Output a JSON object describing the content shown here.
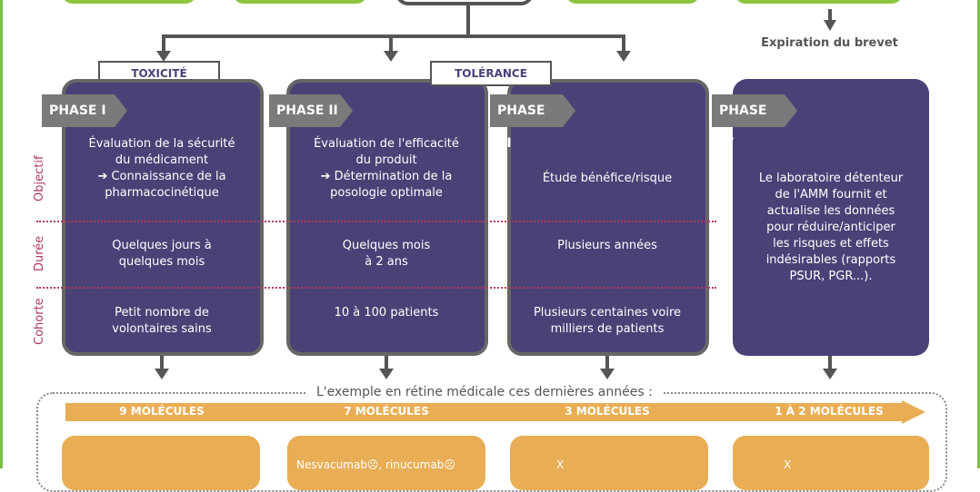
{
  "header": {
    "expiration_label": "Expiration du brevet"
  },
  "tags": {
    "toxicity": "TOXICITÉ",
    "tolerance": "TOLÉRANCE"
  },
  "row_labels": {
    "objective": "Objectif",
    "duration": "Durée",
    "cohort": "Cohorte"
  },
  "phases": [
    {
      "label": "PHASE I",
      "objective_line1": "Évaluation de la sécurité",
      "objective_line2": "du médicament",
      "objective_line3": "➔ Connaissance de la",
      "objective_line4": "pharmacocinétique",
      "duration_line1": "Quelques jours à",
      "duration_line2": "quelques mois",
      "cohort_line1": "Petit nombre de",
      "cohort_line2": "volontaires sains"
    },
    {
      "label": "PHASE II",
      "objective_line1": "Évaluation de l'efficacité",
      "objective_line2": "du produit",
      "objective_line3": "➔ Détermination de la",
      "objective_line4": "posologie optimale",
      "duration_line1": "Quelques mois",
      "duration_line2": "à 2 ans",
      "cohort_line1": "10 à 100 patients",
      "cohort_line2": ""
    },
    {
      "label": "PHASE III",
      "objective_line1": "Étude bénéfice/risque",
      "duration_line1": "Plusieurs années",
      "cohort_line1": "Plusieurs centaines voire",
      "cohort_line2": "milliers de patients"
    },
    {
      "label": "PHASE IV",
      "text_line1": "Le laboratoire détenteur",
      "text_line2": "de l'AMM fournit et",
      "text_line3": "actualise les données",
      "text_line4": "pour réduire/anticiper",
      "text_line5": "les risques et effets",
      "text_line6": "indésirables (rapports",
      "text_line7": "PSUR, PGR...)."
    }
  ],
  "example": {
    "title": "L'exemple en rétine médicale ces dernières années :",
    "molecules": [
      "9 MOLÉCULES",
      "7 MOLÉCULES",
      "3 MOLÉCULES",
      "1 À 2 MOLÉCULES"
    ],
    "cards": [
      "",
      "Nesvacumab☹, rinucumab☹",
      "X",
      "X"
    ]
  },
  "colors": {
    "purple": "#4b4177",
    "grey": "#7a7a7a",
    "green": "#8cc63f",
    "orange": "#e9ae55",
    "crimson": "#b03a5b"
  }
}
